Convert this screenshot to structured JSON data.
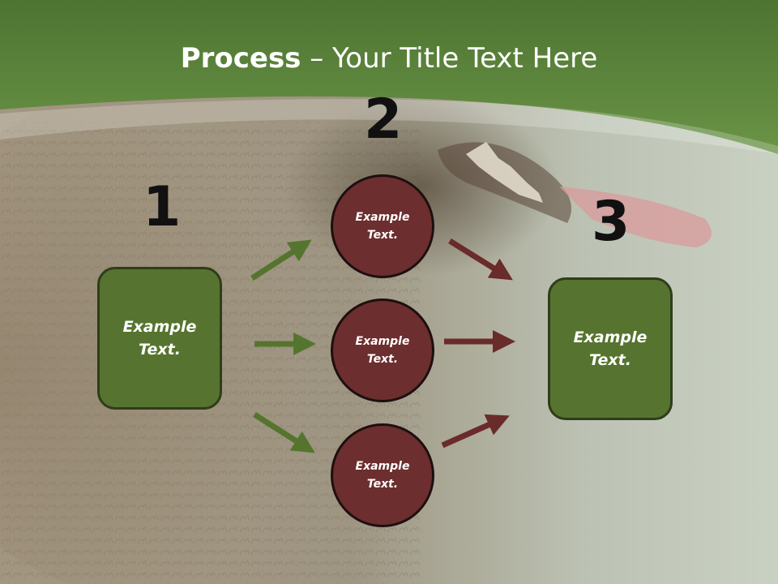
{
  "title": {
    "bold": "Process",
    "rest": " – Your Title Text Here"
  },
  "step_numbers": [
    "1",
    "2",
    "3"
  ],
  "left_box": {
    "text": "Example\nText."
  },
  "circles": [
    {
      "text": "Example\nText."
    },
    {
      "text": "Example\nText."
    },
    {
      "text": "Example\nText."
    }
  ],
  "right_box": {
    "text": "Example\nText."
  },
  "colors": {
    "header_green": "#5a8437",
    "box_green": "#56742f",
    "circle_red": "#6c2e2e",
    "arrow_green": "#55752f",
    "arrow_red": "#6a2b2b"
  }
}
